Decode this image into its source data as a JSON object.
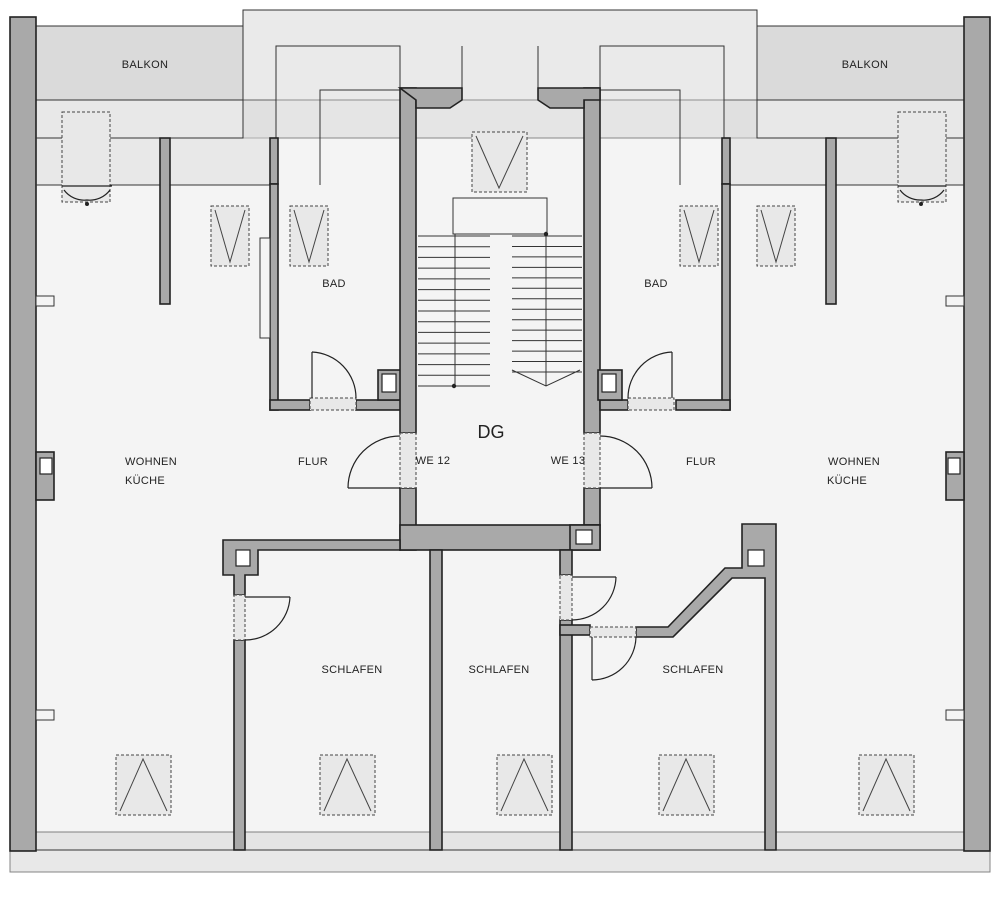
{
  "labels": {
    "balkon_left": "BALKON",
    "balkon_right": "BALKON",
    "bad_left": "BAD",
    "bad_right": "BAD",
    "dg": "DG",
    "we_left": "WE 12",
    "we_right": "WE 13",
    "wohnen_left_1": "WOHNEN",
    "wohnen_left_2": "KÜCHE",
    "flur_left": "FLUR",
    "flur_right": "FLUR",
    "wohnen_right_1": "WOHNEN",
    "wohnen_right_2": "KÜCHE",
    "schlafen_1": "SCHLAFEN",
    "schlafen_2": "SCHLAFEN",
    "schlafen_3": "SCHLAFEN"
  },
  "colors": {
    "wall": "#a9a9a9",
    "floor": "#f4f4f4",
    "balcony": "#dadada"
  }
}
